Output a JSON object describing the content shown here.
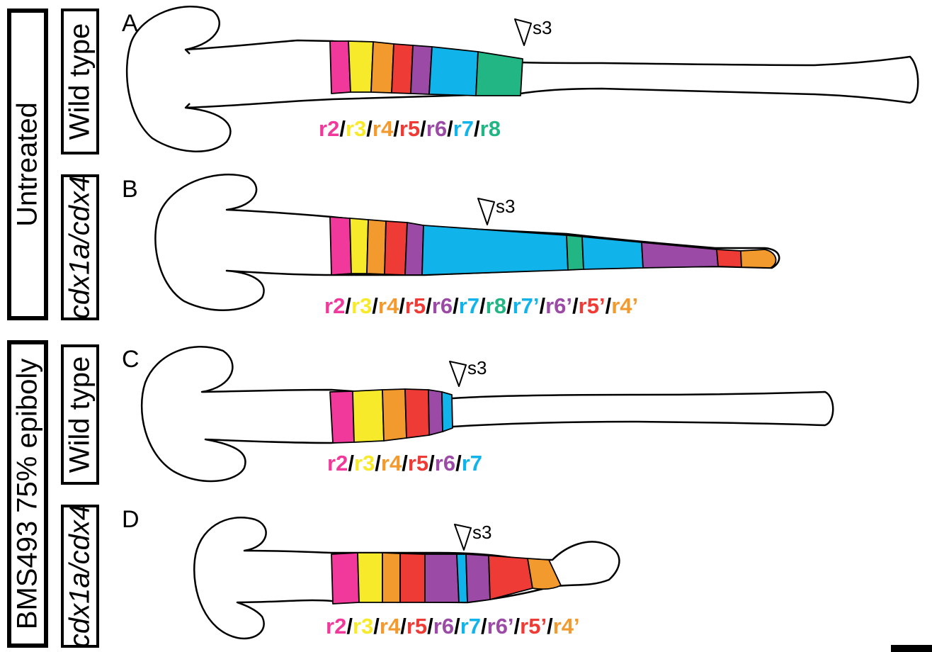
{
  "conditions": {
    "untreated": "Untreated",
    "bms": "BMS493 75% epiboly"
  },
  "genotypes": {
    "wt": "Wild type",
    "mut": "cdx1a/cdx4"
  },
  "colors": {
    "r2": "#f1399b",
    "r3": "#f7ea2a",
    "r4": "#f39a2e",
    "r5": "#ef3b36",
    "r6": "#9b4aa6",
    "r7": "#10b3ea",
    "r8": "#22b684",
    "outline": "#000000"
  },
  "panels": [
    {
      "letter": "A",
      "s3": "s3",
      "segments": [
        {
          "text": "r2",
          "color": "#f1399b"
        },
        {
          "text": "r3",
          "color": "#f7ea2a"
        },
        {
          "text": "r4",
          "color": "#f39a2e"
        },
        {
          "text": "r5",
          "color": "#ef3b36"
        },
        {
          "text": "r6",
          "color": "#9b4aa6"
        },
        {
          "text": "r7",
          "color": "#10b3ea"
        },
        {
          "text": "r8",
          "color": "#22b684"
        }
      ]
    },
    {
      "letter": "B",
      "s3": "s3",
      "segments": [
        {
          "text": "r2",
          "color": "#f1399b"
        },
        {
          "text": "r3",
          "color": "#f7ea2a"
        },
        {
          "text": "r4",
          "color": "#f39a2e"
        },
        {
          "text": "r5",
          "color": "#ef3b36"
        },
        {
          "text": "r6",
          "color": "#9b4aa6"
        },
        {
          "text": "r7",
          "color": "#10b3ea"
        },
        {
          "text": "r8",
          "color": "#22b684"
        },
        {
          "text": "r7’",
          "color": "#10b3ea"
        },
        {
          "text": "r6’",
          "color": "#9b4aa6"
        },
        {
          "text": "r5’",
          "color": "#ef3b36"
        },
        {
          "text": "r4’",
          "color": "#f39a2e"
        }
      ]
    },
    {
      "letter": "C",
      "s3": "s3",
      "segments": [
        {
          "text": "r2",
          "color": "#f1399b"
        },
        {
          "text": "r3",
          "color": "#f7ea2a"
        },
        {
          "text": "r4",
          "color": "#f39a2e"
        },
        {
          "text": "r5",
          "color": "#ef3b36"
        },
        {
          "text": "r6",
          "color": "#9b4aa6"
        },
        {
          "text": "r7",
          "color": "#10b3ea"
        }
      ]
    },
    {
      "letter": "D",
      "s3": "s3",
      "segments": [
        {
          "text": "r2",
          "color": "#f1399b"
        },
        {
          "text": "r3",
          "color": "#f7ea2a"
        },
        {
          "text": "r4",
          "color": "#f39a2e"
        },
        {
          "text": "r5",
          "color": "#ef3b36"
        },
        {
          "text": "r6",
          "color": "#9b4aa6"
        },
        {
          "text": "r7",
          "color": "#10b3ea"
        },
        {
          "text": "r6’",
          "color": "#9b4aa6"
        },
        {
          "text": "r5’",
          "color": "#ef3b36"
        },
        {
          "text": "r4’",
          "color": "#f39a2e"
        }
      ]
    }
  ]
}
